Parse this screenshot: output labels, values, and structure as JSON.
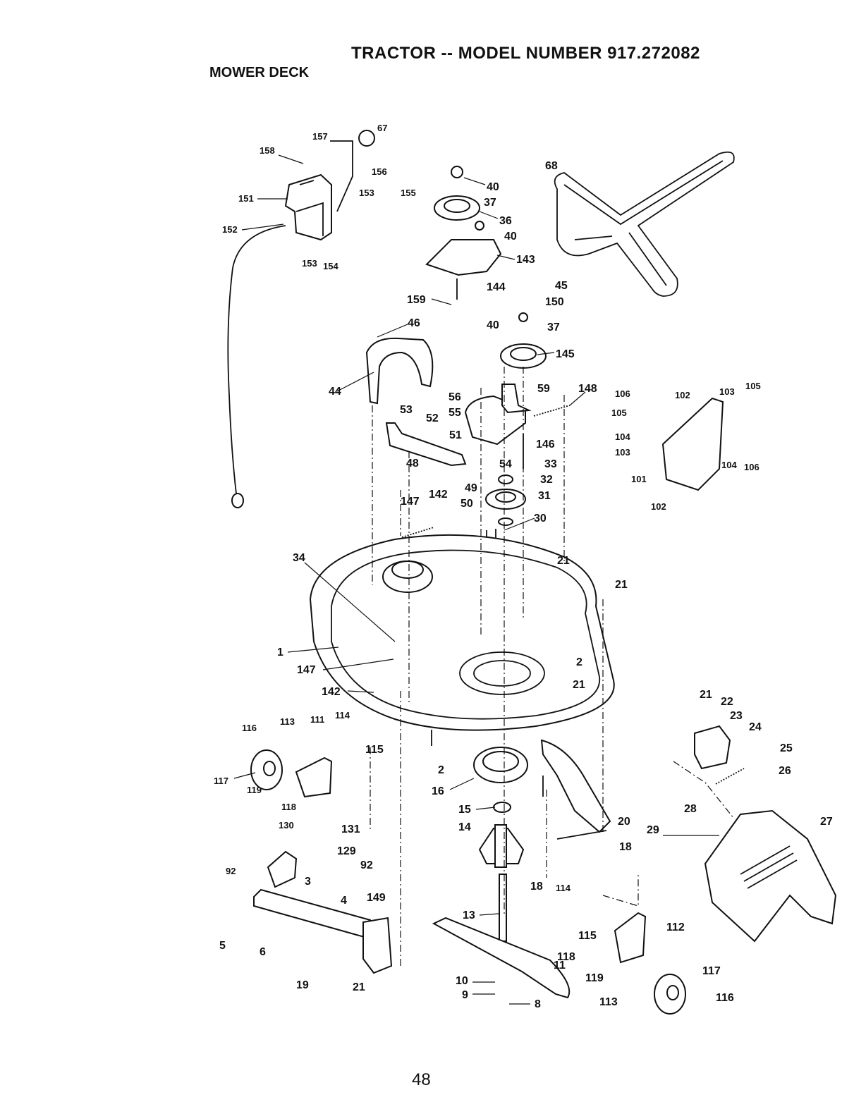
{
  "header": {
    "title": "TRACTOR -- MODEL NUMBER 917.272082",
    "subtitle": "MOWER DECK"
  },
  "page_number": "48",
  "diagram": {
    "callouts": [
      "158",
      "157",
      "67",
      "156",
      "153",
      "155",
      "151",
      "152",
      "153",
      "154",
      "40",
      "37",
      "36",
      "40",
      "143",
      "144",
      "159",
      "68",
      "45",
      "150",
      "40",
      "37",
      "145",
      "46",
      "44",
      "56",
      "59",
      "148",
      "55",
      "53",
      "52",
      "51",
      "146",
      "54",
      "33",
      "32",
      "31",
      "48",
      "49",
      "50",
      "147",
      "142",
      "30",
      "106",
      "102",
      "103",
      "105",
      "105",
      "104",
      "103",
      "101",
      "104",
      "106",
      "102",
      "34",
      "21",
      "21",
      "1",
      "147",
      "2",
      "21",
      "142",
      "113",
      "111",
      "114",
      "116",
      "115",
      "117",
      "119",
      "118",
      "2",
      "16",
      "15",
      "14",
      "20",
      "18",
      "18",
      "114",
      "21",
      "22",
      "23",
      "24",
      "25",
      "26",
      "28",
      "29",
      "27",
      "130",
      "131",
      "129",
      "92",
      "92",
      "3",
      "4",
      "149",
      "5",
      "6",
      "19",
      "21",
      "13",
      "112",
      "115",
      "118",
      "11",
      "119",
      "117",
      "10",
      "9",
      "8",
      "113",
      "116"
    ]
  }
}
